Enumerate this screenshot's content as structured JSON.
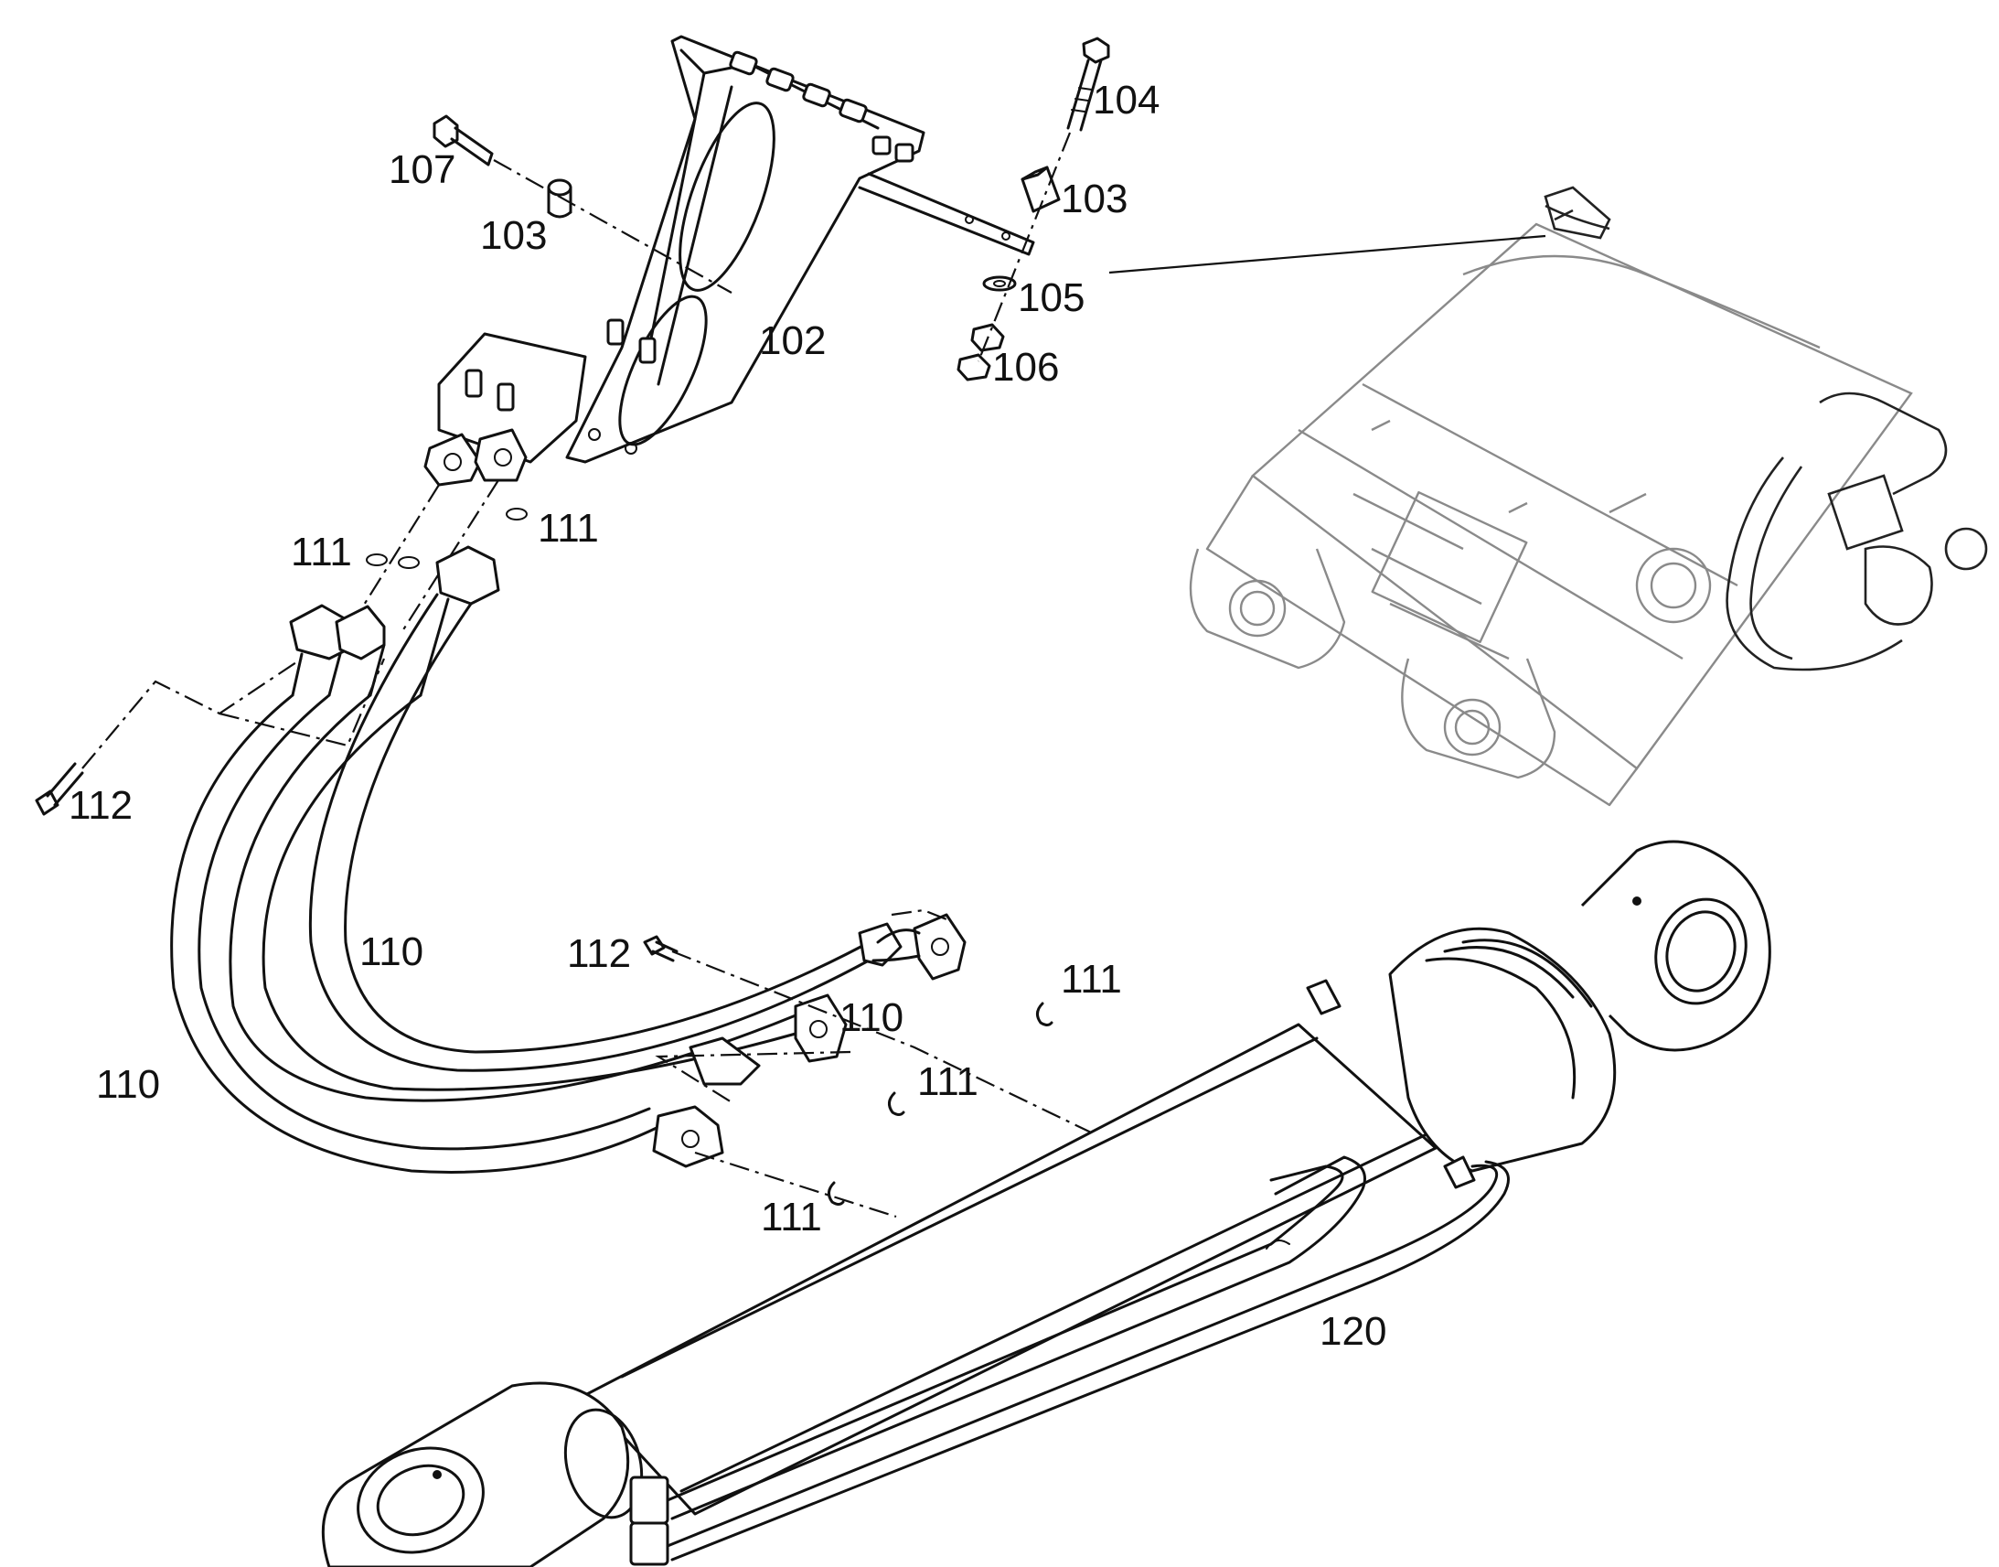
{
  "callouts": {
    "c102": "102",
    "c103a": "103",
    "c103b": "103",
    "c104": "104",
    "c105": "105",
    "c106": "106",
    "c107": "107",
    "c110a": "110",
    "c110b": "110",
    "c110c": "110",
    "c111a": "111",
    "c111b": "111",
    "c111c": "111",
    "c111d": "111",
    "c111e": "111",
    "c112a": "112",
    "c112b": "112",
    "c120": "120"
  },
  "colors": {
    "line": "#111111",
    "overview": "#8a8a8a",
    "background": "#ffffff"
  }
}
